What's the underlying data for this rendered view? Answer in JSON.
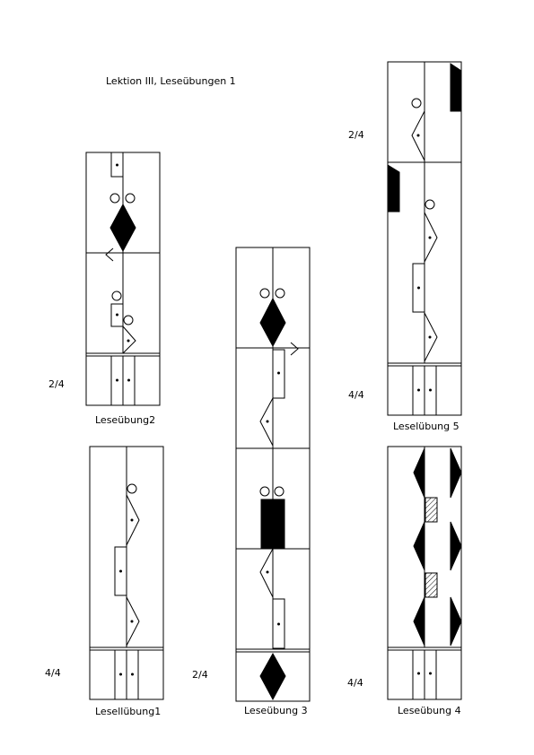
{
  "page": {
    "title": "Lektion III, Leseübungen 1"
  },
  "exercises": {
    "ex2": {
      "label": "Leseübung2",
      "meter": "2/4"
    },
    "ex1": {
      "label": "Lesellübung1",
      "meter": "4/4"
    },
    "ex3": {
      "label": "Leseübung 3",
      "meter": "2/4"
    },
    "ex5": {
      "label": "Leselübung 5",
      "meter_top": "2/4",
      "meter_bottom": "4/4"
    },
    "ex4": {
      "label": "Leseübung 4",
      "meter": "4/4"
    }
  }
}
